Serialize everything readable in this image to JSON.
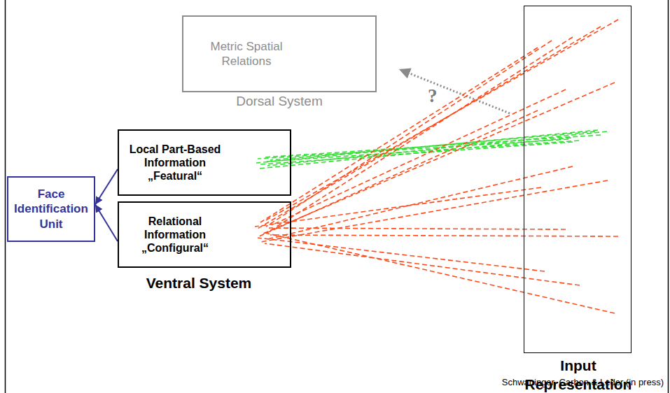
{
  "diagram": {
    "caption": "Schwaninger, Carbon & Leder (in press)",
    "nodes": [
      {
        "text": [
          "Metric Spatial Relations",
          "Dorsal System"
        ]
      },
      {
        "text": [
          "Local Part-Based Information „Featural“"
        ]
      },
      {
        "text": [
          "Relational Information „Configural“"
        ]
      },
      {
        "text": [
          "Face Identification Unit"
        ]
      },
      {
        "text": [
          "Input Representation"
        ]
      }
    ],
    "edges": [
      {
        "from": 1,
        "to": 3,
        "arrow": "to"
      },
      {
        "from": 2,
        "to": 3,
        "arrow": "to"
      },
      {
        "from": 4,
        "to": 0,
        "arrow": "to",
        "label": "?"
      },
      {
        "from": 4,
        "to": 1,
        "arrow": "none"
      },
      {
        "from": 4,
        "to": 2,
        "arrow": "none"
      }
    ],
    "labels": [
      "Ventral System"
    ]
  }
}
